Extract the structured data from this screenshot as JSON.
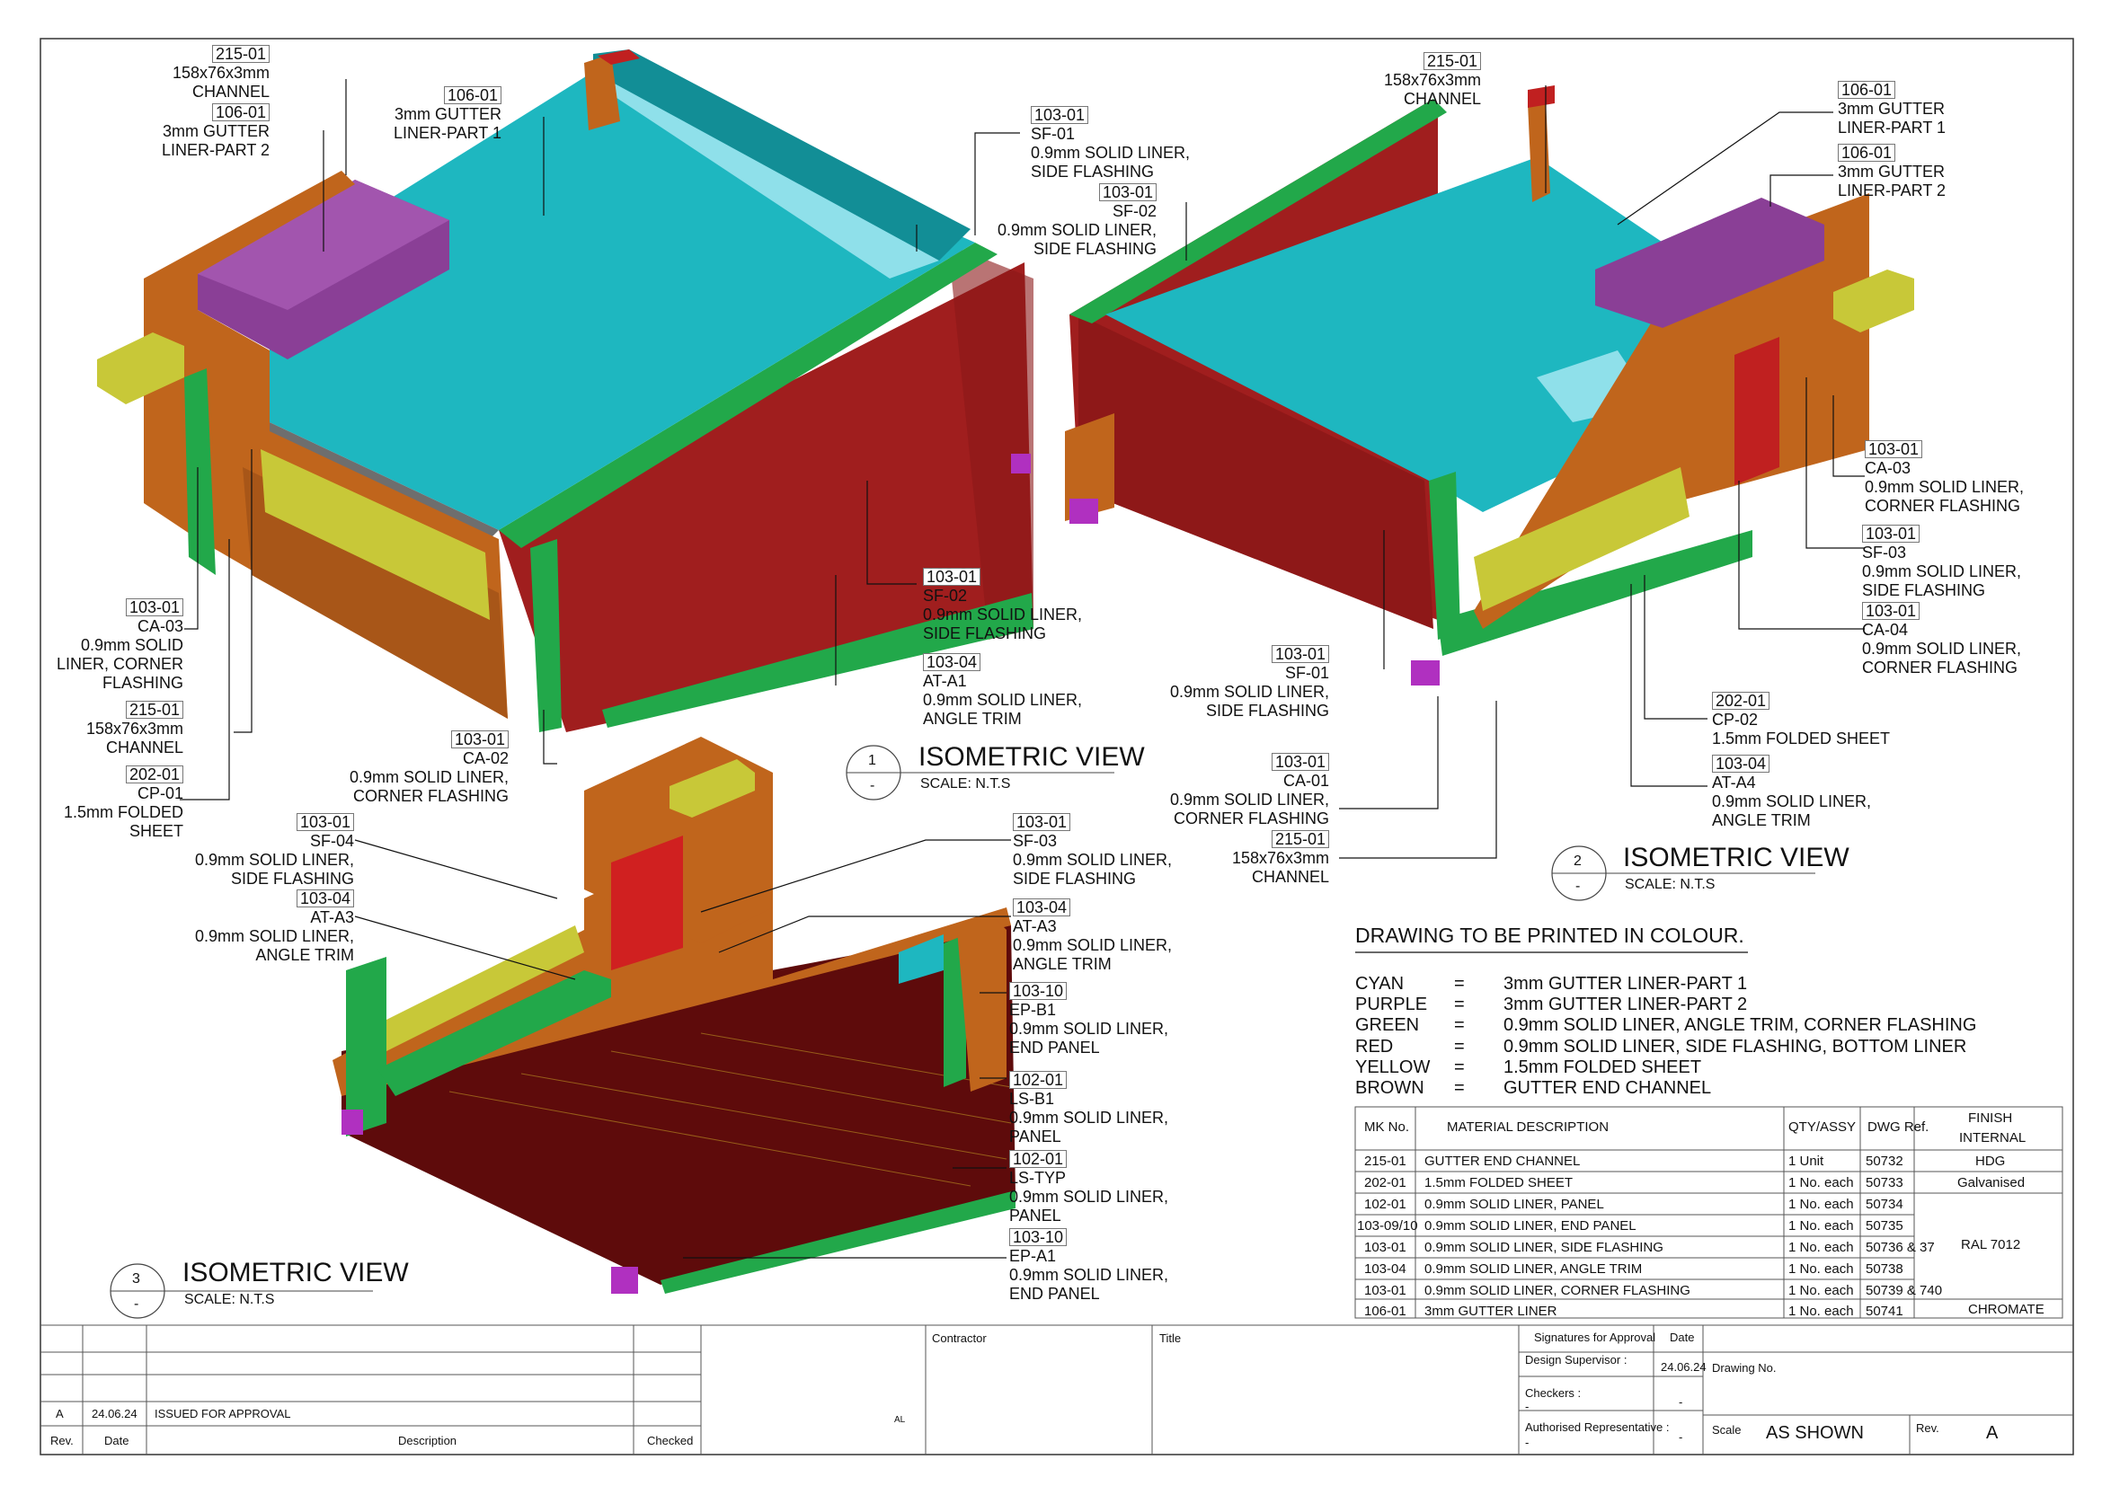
{
  "colors": {
    "cyan": "#1eb7c0",
    "cyan_light": "#8fe0ea",
    "cyan_dark": "#128e96",
    "purple": "#8a3f96",
    "purple_dark": "#6d2c78",
    "green": "#22a84a",
    "green_dark": "#198a3a",
    "red": "#a01e1e",
    "red_dark": "#7a1414",
    "red_floor": "#5e0b0b",
    "yellow": "#c8c838",
    "yellow_dark": "#a4a428",
    "brown": "#c0651c",
    "brown_dark": "#8e4612",
    "grey": "#8a8a8a",
    "magenta": "#b030c0"
  },
  "views": [
    {
      "number": "1",
      "sub": "-",
      "title": "ISOMETRIC VIEW",
      "scale": "SCALE:  N.T.S"
    },
    {
      "number": "2",
      "sub": "-",
      "title": "ISOMETRIC VIEW",
      "scale": "SCALE:  N.T.S"
    },
    {
      "number": "3",
      "sub": "-",
      "title": "ISOMETRIC VIEW",
      "scale": "SCALE:  N.T.S"
    }
  ],
  "labels": [
    {
      "code": "215-01",
      "lines": [
        "158x76x3mm",
        "CHANNEL"
      ]
    },
    {
      "code": "106-01",
      "lines": [
        "3mm GUTTER",
        "LINER-PART 2"
      ]
    },
    {
      "code": "106-01",
      "lines": [
        "3mm GUTTER",
        "LINER-PART 1"
      ]
    },
    {
      "code": "103-01",
      "lines": [
        "SF-01",
        "0.9mm SOLID LINER,",
        "SIDE FLASHING"
      ]
    },
    {
      "code": "103-01",
      "lines": [
        "SF-02",
        "0.9mm SOLID LINER,",
        "SIDE FLASHING"
      ]
    },
    {
      "code": "103-01",
      "lines": [
        "CA-03",
        "0.9mm SOLID",
        "LINER, CORNER",
        "FLASHING"
      ]
    },
    {
      "code": "215-01",
      "lines": [
        "158x76x3mm",
        "CHANNEL"
      ]
    },
    {
      "code": "202-01",
      "lines": [
        "CP-01",
        "1.5mm FOLDED",
        "SHEET"
      ]
    },
    {
      "code": "103-01",
      "lines": [
        "CA-02",
        "0.9mm SOLID LINER,",
        "CORNER FLASHING"
      ]
    },
    {
      "code": "103-01",
      "lines": [
        "SF-02",
        "0.9mm SOLID LINER,",
        "SIDE FLASHING"
      ]
    },
    {
      "code": "103-04",
      "lines": [
        "AT-A1",
        "0.9mm SOLID LINER,",
        "ANGLE TRIM"
      ]
    },
    {
      "code": "215-01",
      "lines": [
        "158x76x3mm",
        "CHANNEL"
      ]
    },
    {
      "code": "106-01",
      "lines": [
        "3mm GUTTER",
        "LINER-PART 1"
      ]
    },
    {
      "code": "106-01",
      "lines": [
        "3mm GUTTER",
        "LINER-PART 2"
      ]
    },
    {
      "code": "103-01",
      "lines": [
        "CA-03",
        "0.9mm SOLID LINER,",
        "CORNER FLASHING"
      ]
    },
    {
      "code": "103-01",
      "lines": [
        "SF-03",
        "0.9mm SOLID LINER,",
        "SIDE FLASHING"
      ]
    },
    {
      "code": "103-01",
      "lines": [
        "CA-04",
        "0.9mm SOLID LINER,",
        "CORNER FLASHING"
      ]
    },
    {
      "code": "103-01",
      "lines": [
        "SF-01",
        "0.9mm SOLID LINER,",
        "SIDE FLASHING"
      ]
    },
    {
      "code": "202-01",
      "lines": [
        "CP-02",
        "1.5mm FOLDED SHEET"
      ]
    },
    {
      "code": "103-04",
      "lines": [
        "AT-A4",
        "0.9mm SOLID LINER,",
        "ANGLE TRIM"
      ]
    },
    {
      "code": "103-01",
      "lines": [
        "CA-01",
        "0.9mm SOLID LINER,",
        "CORNER FLASHING"
      ]
    },
    {
      "code": "215-01",
      "lines": [
        "158x76x3mm",
        "CHANNEL"
      ]
    },
    {
      "code": "103-01",
      "lines": [
        "SF-04",
        "0.9mm SOLID LINER,",
        "SIDE FLASHING"
      ]
    },
    {
      "code": "103-04",
      "lines": [
        "AT-A3",
        "0.9mm SOLID LINER,",
        "ANGLE TRIM"
      ]
    },
    {
      "code": "103-01",
      "lines": [
        "SF-03",
        "0.9mm SOLID LINER,",
        "SIDE FLASHING"
      ]
    },
    {
      "code": "103-04",
      "lines": [
        "AT-A3",
        "0.9mm SOLID LINER,",
        "ANGLE TRIM"
      ]
    },
    {
      "code": "103-10",
      "lines": [
        "EP-B1",
        "0.9mm SOLID LINER,",
        "END PANEL"
      ]
    },
    {
      "code": "102-01",
      "lines": [
        "LS-B1",
        "0.9mm SOLID LINER,",
        "PANEL"
      ]
    },
    {
      "code": "102-01",
      "lines": [
        "LS-TYP",
        "0.9mm SOLID LINER,",
        "PANEL"
      ]
    },
    {
      "code": "103-10",
      "lines": [
        "EP-A1",
        "0.9mm SOLID LINER,",
        "END PANEL"
      ]
    }
  ],
  "note": "DRAWING TO BE PRINTED IN COLOUR.",
  "color_key": [
    {
      "name": "CYAN",
      "eq": "=",
      "desc": "3mm GUTTER LINER-PART 1"
    },
    {
      "name": "PURPLE",
      "eq": "=",
      "desc": "3mm GUTTER LINER-PART 2"
    },
    {
      "name": "GREEN",
      "eq": "=",
      "desc": "0.9mm SOLID LINER, ANGLE TRIM, CORNER FLASHING"
    },
    {
      "name": "RED",
      "eq": "=",
      "desc": "0.9mm SOLID LINER, SIDE FLASHING, BOTTOM LINER"
    },
    {
      "name": "YELLOW",
      "eq": "=",
      "desc": "1.5mm FOLDED SHEET"
    },
    {
      "name": "BROWN",
      "eq": "=",
      "desc": "GUTTER END CHANNEL"
    }
  ],
  "table": {
    "headers": {
      "mk": "MK No.",
      "desc": "MATERIAL DESCRIPTION",
      "qty": "QTY/ASSY",
      "dwg": "DWG Ref.",
      "finish1": "FINISH",
      "finish2": "INTERNAL"
    },
    "rows": [
      {
        "mk": "215-01",
        "desc": "GUTTER END CHANNEL",
        "qty": "1 Unit",
        "dwg": "50732",
        "finish": "HDG"
      },
      {
        "mk": "202-01",
        "desc": "1.5mm FOLDED SHEET",
        "qty": "1 No. each",
        "dwg": "50733",
        "finish": "Galvanised"
      },
      {
        "mk": "102-01",
        "desc": "0.9mm SOLID LINER, PANEL",
        "qty": "1 No. each",
        "dwg": "50734",
        "finish": ""
      },
      {
        "mk": "103-09/10",
        "desc": "0.9mm SOLID LINER, END PANEL",
        "qty": "1 No. each",
        "dwg": "50735",
        "finish": ""
      },
      {
        "mk": "103-01",
        "desc": "0.9mm SOLID LINER, SIDE FLASHING",
        "qty": "1 No. each",
        "dwg": "50736 & 37",
        "finish": "RAL 7012"
      },
      {
        "mk": "103-04",
        "desc": "0.9mm SOLID LINER, ANGLE TRIM",
        "qty": "1 No. each",
        "dwg": "50738",
        "finish": ""
      },
      {
        "mk": "103-01",
        "desc": "0.9mm SOLID LINER, CORNER FLASHING",
        "qty": "1 No. each",
        "dwg": "50739 & 740",
        "finish": ""
      },
      {
        "mk": "106-01",
        "desc": "3mm GUTTER LINER",
        "qty": "1 No. each",
        "dwg": "50741",
        "finish": "CHROMATE"
      }
    ]
  },
  "title_block": {
    "rev_row": {
      "rev": "A",
      "date": "24.06.24",
      "desc": "ISSUED FOR APPROVAL"
    },
    "headers": {
      "rev": "Rev.",
      "date": "Date",
      "desc": "Description",
      "checked": "Checked"
    },
    "al": "AL",
    "contractor": "Contractor",
    "title": "Title",
    "signatures": "Signatures for Approval",
    "sig_date": "Date",
    "design_supervisor": "Design Supervisor :",
    "ds_date": "24.06.24",
    "checkers": "Checkers :",
    "checkers_date": "-",
    "dash1": "-",
    "authorised": "Authorised Representative :",
    "auth_date": "-",
    "dash2": "-",
    "drawing_no": "Drawing No.",
    "scale_label": "Scale",
    "scale_value": "AS SHOWN",
    "rev_label": "Rev.",
    "rev_value": "A"
  }
}
